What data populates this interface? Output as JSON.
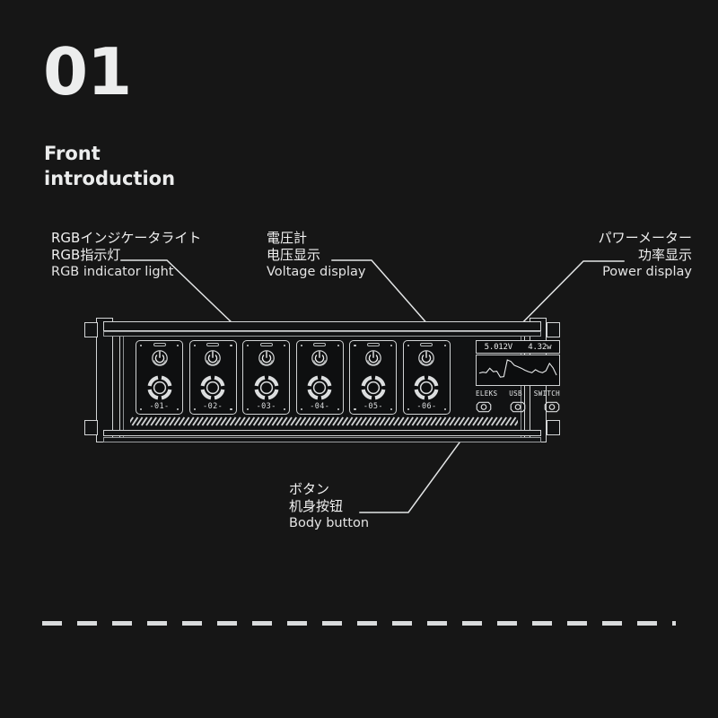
{
  "theme": {
    "background": "#161616",
    "line": "#d3d5d6",
    "text": "#eceded"
  },
  "header": {
    "number": "01",
    "title": "Front\nintroduction"
  },
  "callouts": [
    {
      "id": "rgb",
      "ja": "RGBインジケータライト",
      "zh": "RGB指示灯",
      "en": "RGB indicator light"
    },
    {
      "id": "voltage",
      "ja": "電圧計",
      "zh": "电压显示",
      "en": "Voltage display"
    },
    {
      "id": "power",
      "ja": "パワーメーター",
      "zh": "功率显示",
      "en": "Power display"
    },
    {
      "id": "button",
      "ja": "ボタン",
      "zh": "机身按钮",
      "en": "Body button"
    }
  ],
  "device": {
    "channels": [
      {
        "label": "-01-"
      },
      {
        "label": "-02-"
      },
      {
        "label": "-03-"
      },
      {
        "label": "-04-"
      },
      {
        "label": "-05-"
      },
      {
        "label": "-06-"
      }
    ],
    "display": {
      "voltage": "5.012V",
      "power": "4.32w",
      "brand_words": [
        "ELEKS",
        "USB",
        "SWITCH"
      ]
    },
    "buttons": [
      {
        "name": "button-left"
      },
      {
        "name": "button-middle"
      },
      {
        "name": "button-right"
      }
    ]
  },
  "chart_data": {
    "type": "line",
    "title": "",
    "xlabel": "",
    "ylabel": "",
    "x": [
      0,
      1,
      2,
      3,
      4,
      5,
      6,
      7,
      8,
      9,
      10,
      11,
      12,
      13,
      14,
      15,
      16,
      17,
      18,
      19,
      20,
      21,
      22
    ],
    "values": [
      38,
      42,
      40,
      58,
      44,
      46,
      22,
      24,
      92,
      86,
      70,
      64,
      58,
      50,
      44,
      40,
      52,
      44,
      40,
      48,
      78,
      60,
      30
    ],
    "ylim": [
      0,
      100
    ],
    "grid": false,
    "legend": "none"
  }
}
